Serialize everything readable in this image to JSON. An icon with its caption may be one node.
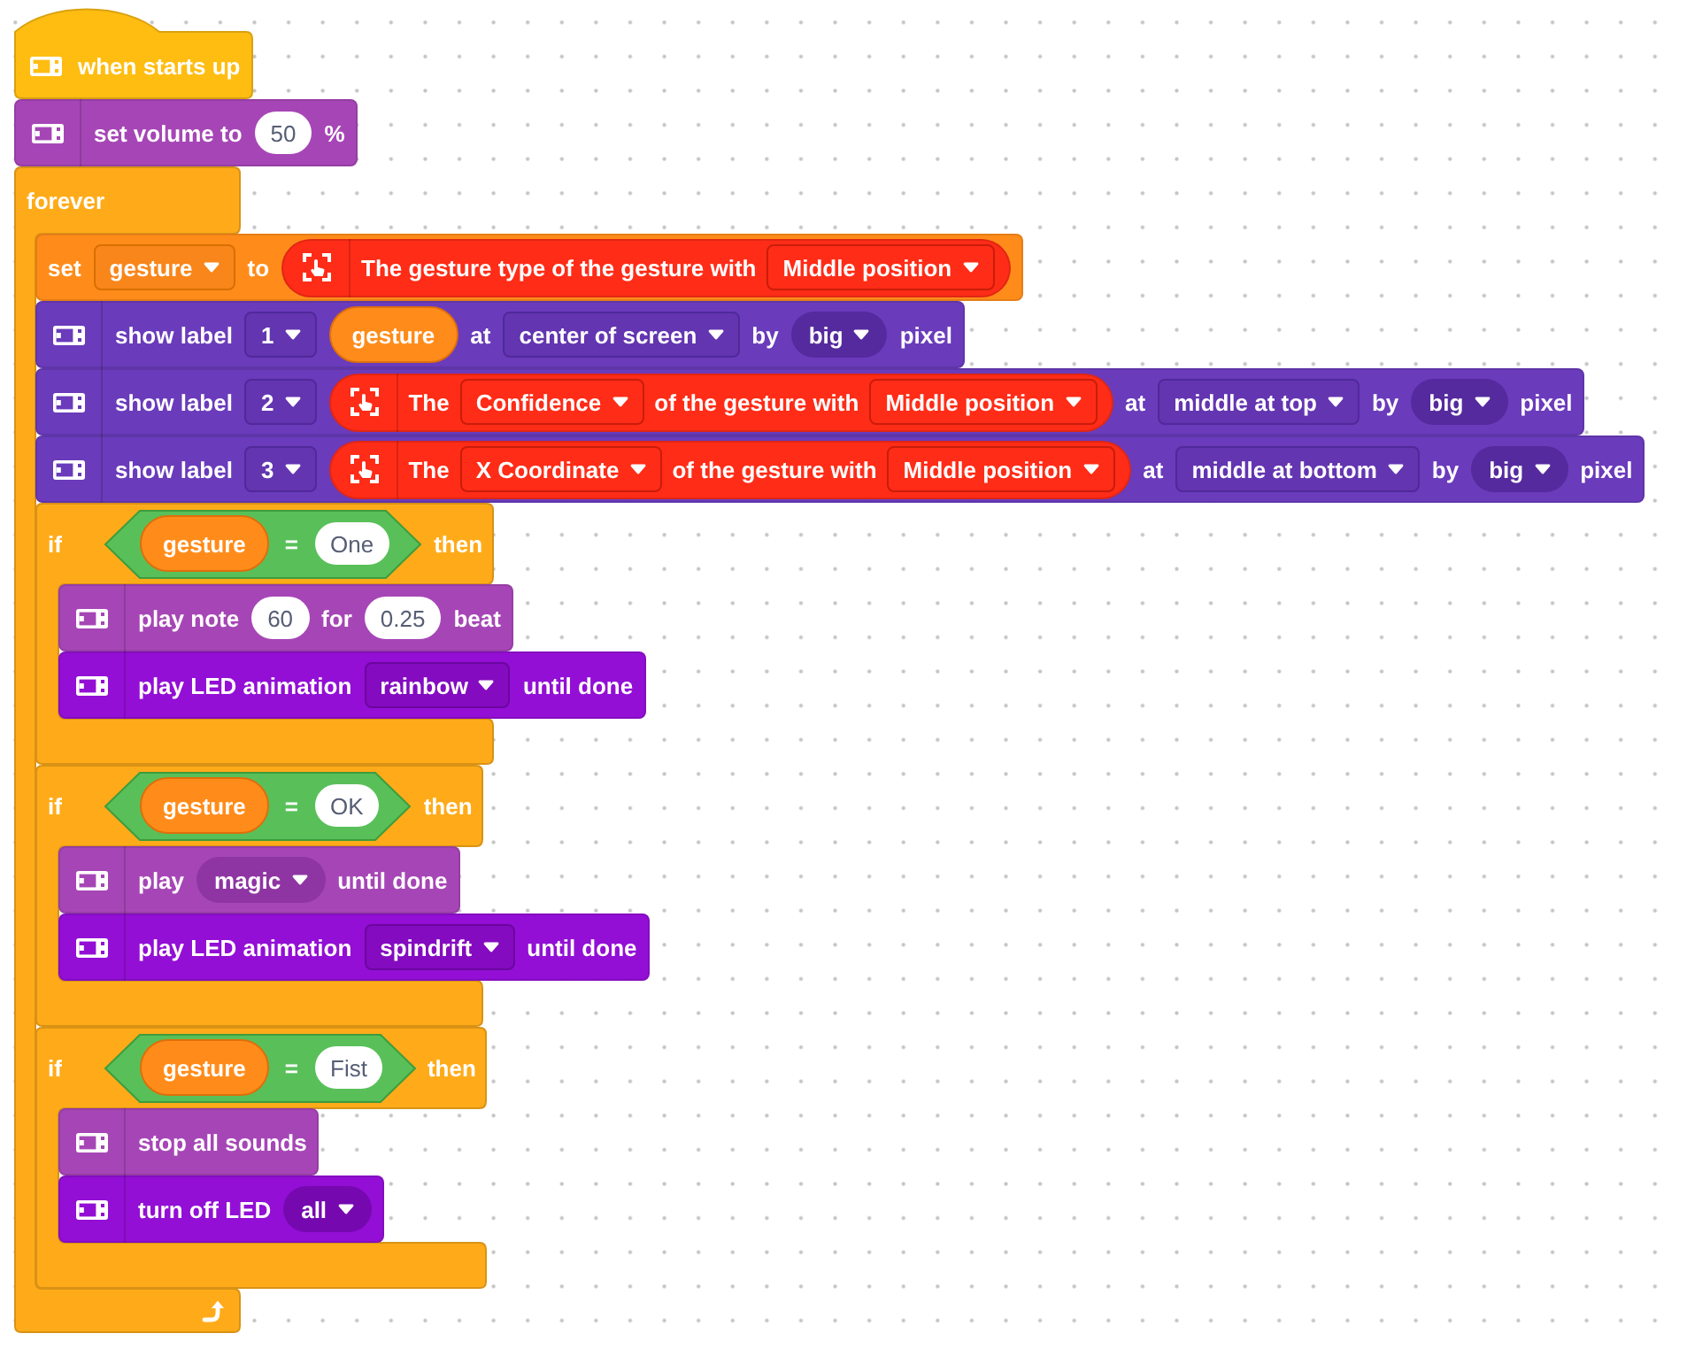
{
  "diagram": {
    "nodes": [
      {
        "text": [
          "when starts up"
        ]
      },
      {
        "text": [
          "set volume to",
          "%"
        ]
      },
      {
        "text": [
          "50"
        ],
        "in": 1
      },
      {
        "text": [
          "forever"
        ]
      },
      {
        "text": [
          "set",
          "to"
        ],
        "in": 3
      },
      {
        "text": [
          "gesture"
        ],
        "in": 4
      },
      {
        "text": [
          "The gesture type of the gesture with"
        ],
        "in": 4
      },
      {
        "text": [
          "Middle position"
        ],
        "in": 6
      },
      {
        "text": [
          "show label",
          "at",
          "by",
          "pixel"
        ],
        "in": 3
      },
      {
        "text": [
          "1"
        ],
        "in": 8
      },
      {
        "text": [
          "gesture"
        ],
        "in": 8
      },
      {
        "text": [
          "center of screen"
        ],
        "in": 8
      },
      {
        "text": [
          "big"
        ],
        "in": 8
      },
      {
        "text": [
          "show label",
          "at",
          "by",
          "pixel"
        ],
        "in": 3
      },
      {
        "text": [
          "2"
        ],
        "in": 13
      },
      {
        "text": [
          "The",
          "of the gesture with"
        ],
        "in": 13
      },
      {
        "text": [
          "Confidence"
        ],
        "in": 15
      },
      {
        "text": [
          "Middle position"
        ],
        "in": 15
      },
      {
        "text": [
          "middle at top"
        ],
        "in": 13
      },
      {
        "text": [
          "big"
        ],
        "in": 13
      },
      {
        "text": [
          "show label",
          "at",
          "by",
          "pixel"
        ],
        "in": 3
      },
      {
        "text": [
          "3"
        ],
        "in": 20
      },
      {
        "text": [
          "The",
          "of the gesture with"
        ],
        "in": 20
      },
      {
        "text": [
          "X Coordinate"
        ],
        "in": 22
      },
      {
        "text": [
          "Middle position"
        ],
        "in": 22
      },
      {
        "text": [
          "middle at bottom"
        ],
        "in": 20
      },
      {
        "text": [
          "big"
        ],
        "in": 20
      },
      {
        "text": [
          "if",
          "then"
        ],
        "in": 3
      },
      {
        "text": [
          "="
        ],
        "in": 27
      },
      {
        "text": [
          "gesture"
        ],
        "in": 28
      },
      {
        "text": [
          "One"
        ],
        "in": 28
      },
      {
        "text": [
          "play note",
          "for",
          "beat"
        ],
        "in": 27
      },
      {
        "text": [
          "60"
        ],
        "in": 31
      },
      {
        "text": [
          "0.25"
        ],
        "in": 31
      },
      {
        "text": [
          "play LED animation",
          "until done"
        ],
        "in": 27
      },
      {
        "text": [
          "rainbow"
        ],
        "in": 34
      },
      {
        "text": [
          "if",
          "then"
        ],
        "in": 3
      },
      {
        "text": [
          "="
        ],
        "in": 36
      },
      {
        "text": [
          "gesture"
        ],
        "in": 37
      },
      {
        "text": [
          "OK"
        ],
        "in": 37
      },
      {
        "text": [
          "play",
          "until done"
        ],
        "in": 36
      },
      {
        "text": [
          "magic"
        ],
        "in": 40
      },
      {
        "text": [
          "play LED animation",
          "until done"
        ],
        "in": 36
      },
      {
        "text": [
          "spindrift"
        ],
        "in": 42
      },
      {
        "text": [
          "if",
          "then"
        ],
        "in": 3
      },
      {
        "text": [
          "="
        ],
        "in": 44
      },
      {
        "text": [
          "gesture"
        ],
        "in": 45
      },
      {
        "text": [
          "Fist"
        ],
        "in": 45
      },
      {
        "text": [
          "stop all sounds"
        ],
        "in": 44
      },
      {
        "text": [
          "turn off LED"
        ],
        "in": 44
      },
      {
        "text": [
          "all"
        ],
        "in": 49
      }
    ]
  }
}
